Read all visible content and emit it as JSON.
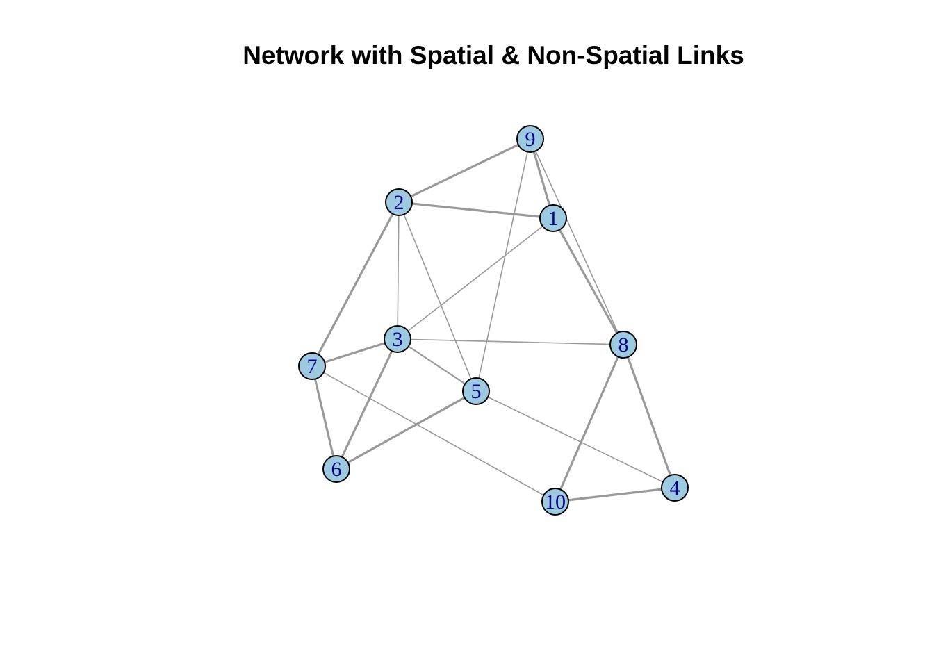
{
  "title": "Network with Spatial & Non-Spatial Links",
  "colors": {
    "node_fill": "#9ecae1",
    "node_stroke": "#000000",
    "label": "#00008b",
    "edge": "#999999"
  },
  "nodes": [
    {
      "id": "1",
      "label": "1"
    },
    {
      "id": "2",
      "label": "2"
    },
    {
      "id": "3",
      "label": "3"
    },
    {
      "id": "4",
      "label": "4"
    },
    {
      "id": "5",
      "label": "5"
    },
    {
      "id": "6",
      "label": "6"
    },
    {
      "id": "7",
      "label": "7"
    },
    {
      "id": "8",
      "label": "8"
    },
    {
      "id": "9",
      "label": "9"
    },
    {
      "id": "10",
      "label": "10"
    }
  ],
  "edges": [
    {
      "source": "9",
      "target": "2",
      "strength": "strong"
    },
    {
      "source": "9",
      "target": "1",
      "strength": "strong"
    },
    {
      "source": "9",
      "target": "8",
      "strength": "weak"
    },
    {
      "source": "9",
      "target": "5",
      "strength": "weak"
    },
    {
      "source": "2",
      "target": "1",
      "strength": "strong"
    },
    {
      "source": "2",
      "target": "7",
      "strength": "strong"
    },
    {
      "source": "2",
      "target": "3",
      "strength": "weak"
    },
    {
      "source": "2",
      "target": "5",
      "strength": "weak"
    },
    {
      "source": "1",
      "target": "3",
      "strength": "weak"
    },
    {
      "source": "1",
      "target": "8",
      "strength": "strong"
    },
    {
      "source": "3",
      "target": "8",
      "strength": "weak"
    },
    {
      "source": "3",
      "target": "7",
      "strength": "strong"
    },
    {
      "source": "3",
      "target": "6",
      "strength": "strong"
    },
    {
      "source": "3",
      "target": "5",
      "strength": "medium"
    },
    {
      "source": "7",
      "target": "6",
      "strength": "strong"
    },
    {
      "source": "7",
      "target": "10",
      "strength": "weak"
    },
    {
      "source": "5",
      "target": "6",
      "strength": "strong"
    },
    {
      "source": "5",
      "target": "4",
      "strength": "weak"
    },
    {
      "source": "8",
      "target": "10",
      "strength": "strong"
    },
    {
      "source": "8",
      "target": "4",
      "strength": "strong"
    },
    {
      "source": "10",
      "target": "4",
      "strength": "strong"
    }
  ]
}
